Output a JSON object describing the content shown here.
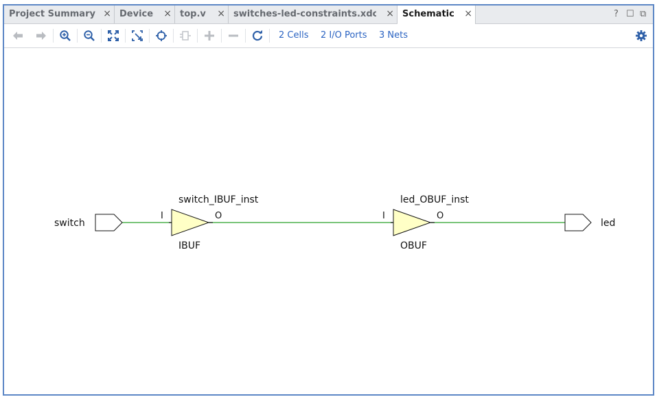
{
  "tabs": [
    {
      "label": "Project Summary",
      "close": "×"
    },
    {
      "label": "Device",
      "close": "×"
    },
    {
      "label": "top.v",
      "close": "×"
    },
    {
      "label": "switches-led-constraints.xdc",
      "close": "×"
    },
    {
      "label": "Schematic",
      "close": "×"
    }
  ],
  "window_controls": {
    "help": "?",
    "maximize": "☐",
    "float": "⧉"
  },
  "toolbar": {
    "icons": [
      "back-arrow-icon",
      "forward-arrow-icon",
      "zoom-in-icon",
      "zoom-out-icon",
      "zoom-fit-icon",
      "zoom-area-icon",
      "crosshair-icon",
      "expand-cell-icon",
      "plus-icon",
      "minus-icon",
      "refresh-icon",
      "gear-icon"
    ],
    "cells": "2 Cells",
    "ports": "2 I/O Ports",
    "nets": "3 Nets"
  },
  "schematic": {
    "input_port": "switch",
    "output_port": "led",
    "cells": [
      {
        "instance": "switch_IBUF_inst",
        "type": "IBUF",
        "pin_in": "I",
        "pin_out": "O"
      },
      {
        "instance": "led_OBUF_inst",
        "type": "OBUF",
        "pin_in": "I",
        "pin_out": "O"
      }
    ]
  },
  "colors": {
    "wire": "#2aa22a",
    "buffer_fill": "#ffffc6",
    "accent": "#2a63c2",
    "frame": "#5b86c5"
  }
}
